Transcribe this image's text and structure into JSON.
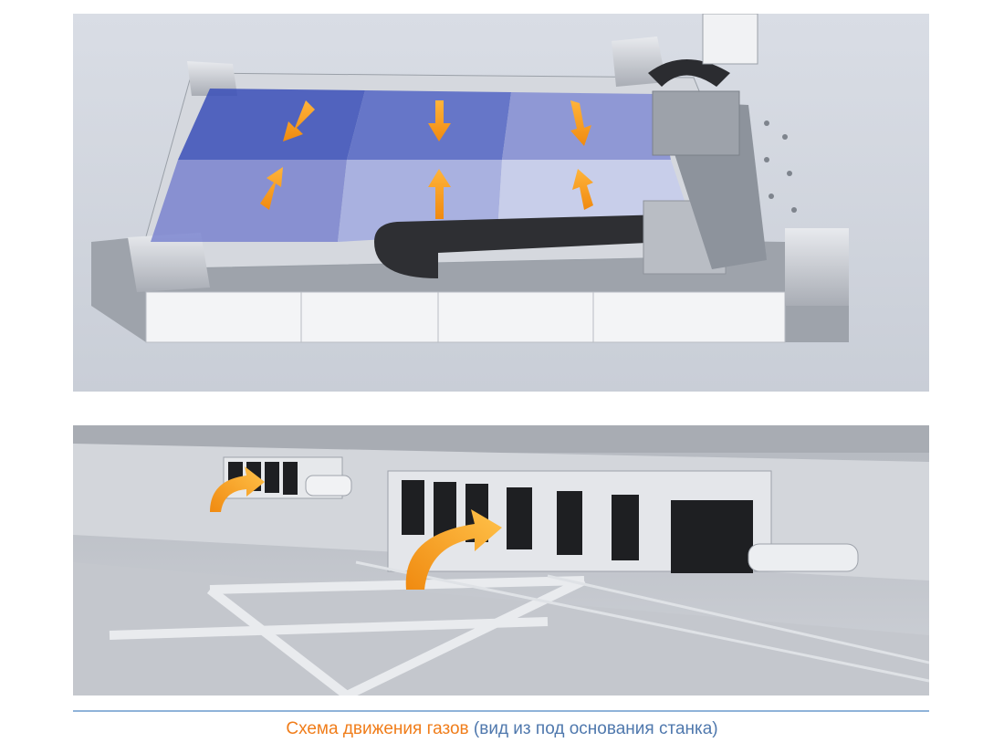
{
  "caption": {
    "highlight": "Схема движения газов",
    "rest": "(вид из под основания станка)"
  },
  "colors": {
    "arrow_orange": "#f59a1e",
    "zone_blue_dark": "#3a4fb8",
    "zone_blue_light": "#9ea8e0",
    "caption_orange": "#f07d1a",
    "caption_blue": "#4f78ad",
    "divider": "#8fb3d9"
  },
  "images": [
    {
      "subject": "laser-cutting-machine-table-with-six-airflow-zones",
      "arrows": 6
    },
    {
      "subject": "underside-view-of-machine-base-with-exhaust-ports",
      "arrows": 2
    }
  ]
}
